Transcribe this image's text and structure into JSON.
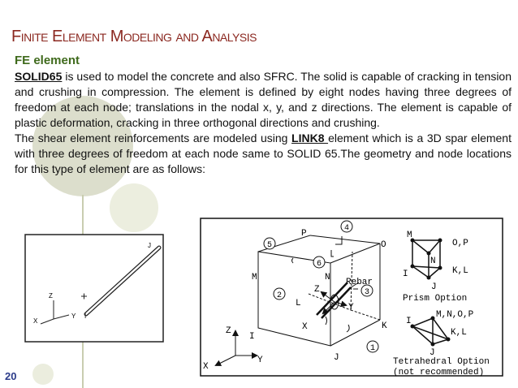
{
  "slide": {
    "title": "Finite Element Modeling and Analysis",
    "subheading": "FE element",
    "page_number": "20",
    "colors": {
      "title": "#8b2820",
      "subheading": "#3f6a1c",
      "page_number": "#2c3c8a",
      "decor": "#cfd3b3"
    }
  },
  "paragraph1": {
    "keyword": "SOLID65",
    "text": " is used to model the concrete and also SFRC. The solid is capable of cracking in tension and crushing in compression. The element is defined by eight nodes having three degrees of freedom at each node; translations in the nodal x, y, and z directions. The element is capable of plastic deformation, cracking in three orthogonal directions and crushing."
  },
  "paragraph2": {
    "text_before": "The shear element reinforcements are modeled using ",
    "keyword": "LINK8 ",
    "text_after": "element which is a 3D spar element with three degrees of freedom at each node same to SOLID 65.The geometry and node locations for this type of element are as follows:"
  },
  "link_figure": {
    "node_j": "J",
    "node_i": "I",
    "axis_z": "Z",
    "axis_x": "X",
    "axis_y": "Y"
  },
  "solid_figure": {
    "nodes": {
      "p": "P",
      "o": "O",
      "m": "M",
      "n": "N",
      "l": "L",
      "k": "K",
      "i": "I",
      "j": "J"
    },
    "axes": {
      "z": "Z",
      "x": "X",
      "y": "Y"
    },
    "local_axes": {
      "z": "Z",
      "y": "Y",
      "x": "X"
    },
    "rebar": "Rebar",
    "faces": [
      "1",
      "2",
      "3",
      "4",
      "5",
      "6"
    ],
    "prism": {
      "m": "M",
      "op": "O,P",
      "n": "N",
      "i": "I",
      "kl": "K,L",
      "j": "J",
      "caption": "Prism Option"
    },
    "tetra": {
      "i": "I",
      "mnop": "M,N,O,P",
      "kl": "K,L",
      "j": "J",
      "caption1": "Tetrahedral Option",
      "caption2": "(not recommended)"
    }
  }
}
